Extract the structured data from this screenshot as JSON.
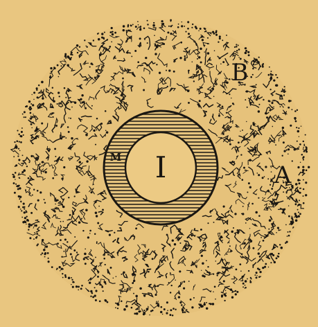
{
  "figure": {
    "labels": {
      "inner": "I",
      "ring": "M",
      "outer_top": "B",
      "outer_right": "A"
    },
    "colors": {
      "background": "#e9c680",
      "ink": "#1a1712",
      "inner_fill": "#ecca84"
    }
  }
}
